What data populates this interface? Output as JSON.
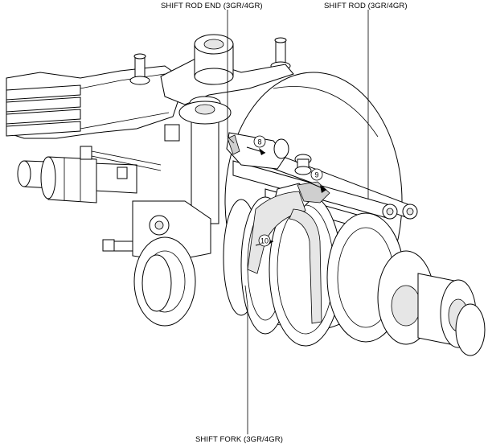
{
  "labels": {
    "shift_rod_end": "SHIFT ROD END (3GR/4GR)",
    "shift_rod": "SHIFT ROD (3GR/4GR)",
    "shift_fork": "SHIFT FORK (3GR/4GR)"
  },
  "steps": {
    "s8": "8",
    "s9": "9",
    "s10": "10"
  },
  "icons": [
    "arrow-icon"
  ]
}
